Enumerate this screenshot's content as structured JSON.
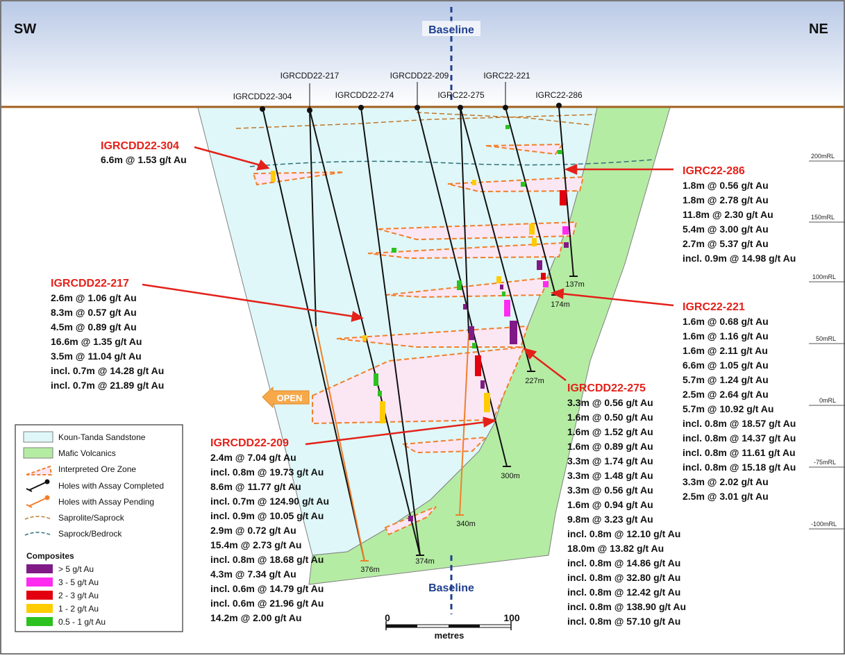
{
  "header": {
    "left": "SW",
    "right": "NE",
    "baseline_top": "Baseline",
    "baseline_bottom": "Baseline"
  },
  "colors": {
    "sandstone": "#dff7f8",
    "volcanics": "#b5eca3",
    "ore": "#fbe6f4",
    "ore_line": "#f07f2a",
    "red": "#e32119",
    "baseline": "#1f3f8f",
    "topo": "#a0601e",
    "open": "#f7a94a"
  },
  "rl_labels": [
    "200mRL",
    "150mRL",
    "100mRL",
    "50mRL",
    "0mRL",
    "-75mRL",
    "-100mRL"
  ],
  "holes": [
    {
      "name": "IGRCDD22-304",
      "depth": ""
    },
    {
      "name": "IGRCDD22-217",
      "depth": "376m"
    },
    {
      "name": "IGRCDD22-274",
      "depth": "374m"
    },
    {
      "name": "IGRCDD22-209",
      "depth": "300m"
    },
    {
      "name": "IGRC22-275",
      "depth": "340m"
    },
    {
      "name": "IGRC22-221",
      "depth": "174m"
    },
    {
      "name": "IGRC22-286",
      "depth": "137m"
    },
    {
      "name": "",
      "depth": "227m"
    }
  ],
  "annotations": {
    "h304": {
      "title": "IGRCDD22-304",
      "lines": [
        "6.6m @ 1.53 g/t Au"
      ]
    },
    "h217": {
      "title": "IGRCDD22-217",
      "lines": [
        "2.6m @ 1.06 g/t Au",
        "8.3m @ 0.57 g/t Au",
        "4.5m @ 0.89 g/t Au",
        "16.6m @ 1.35 g/t Au",
        "3.5m @ 11.04 g/t Au",
        "incl. 0.7m @ 14.28 g/t Au",
        "incl. 0.7m @ 21.89 g/t Au"
      ]
    },
    "h209": {
      "title": "IGRCDD22-209",
      "lines": [
        "2.4m @ 7.04 g/t Au",
        "incl. 0.8m @ 19.73 g/t Au",
        "8.6m @ 11.77 g/t Au",
        "incl. 0.7m @ 124.90 g/t Au",
        "incl. 0.9m @ 10.05 g/t Au",
        "2.9m @ 0.72 g/t Au",
        "15.4m @ 2.73 g/t Au",
        "incl. 0.8m @ 18.68 g/t Au",
        "4.3m @ 7.34 g/t Au",
        "incl. 0.6m @ 14.79 g/t Au",
        "incl. 0.6m @ 21.96 g/t Au",
        "14.2m @ 2.00 g/t Au"
      ]
    },
    "h275": {
      "title": "IGRCDD22-275",
      "lines": [
        "3.3m @ 0.56 g/t Au",
        "1.6m @ 0.50 g/t Au",
        "1.6m @ 1.52 g/t Au",
        "1.6m @ 0.89 g/t Au",
        "3.3m @ 1.74 g/t Au",
        "3.3m @ 1.48 g/t Au",
        "3.3m @ 0.56 g/t Au",
        "1.6m @ 0.94 g/t Au",
        "9.8m @ 3.23 g/t Au",
        "incl. 0.8m @ 12.10 g/t Au",
        "18.0m @ 13.82 g/t Au",
        "incl. 0.8m @ 14.86 g/t Au",
        "incl. 0.8m @ 32.80 g/t Au",
        "incl. 0.8m @ 12.42 g/t Au",
        "incl. 0.8m @ 138.90 g/t Au",
        "incl. 0.8m @ 57.10 g/t Au"
      ]
    },
    "h286": {
      "title": "IGRC22-286",
      "lines": [
        "1.8m @ 0.56 g/t Au",
        "1.8m @ 2.78 g/t Au",
        "11.8m @ 2.30 g/t Au",
        "5.4m @ 3.00 g/t Au",
        "2.7m @ 5.37 g/t Au",
        "incl. 0.9m @ 14.98 g/t Au"
      ]
    },
    "h221": {
      "title": "IGRC22-221",
      "lines": [
        "1.6m @ 0.68 g/t Au",
        "1.6m @ 1.16 g/t Au",
        "1.6m @ 2.11 g/t Au",
        "6.6m @ 1.05 g/t Au",
        "5.7m @ 1.24 g/t Au",
        "2.5m @ 2.64 g/t Au",
        "5.7m @ 10.92 g/t Au",
        "incl. 0.8m @ 18.57 g/t Au",
        "incl. 0.8m @ 14.37 g/t Au",
        "incl. 0.8m @ 11.61 g/t Au",
        "incl. 0.8m @ 15.18 g/t Au",
        "3.3m @ 2.02 g/t Au",
        "2.5m @ 3.01 g/t Au"
      ]
    }
  },
  "open_label": "OPEN",
  "legend": {
    "items": [
      "Koun-Tanda Sandstone",
      "Mafic Volcanics",
      "Interpreted Ore Zone",
      "Holes with Assay Completed",
      "Holes with Assay Pending",
      "Saprolite/Saprock",
      "Saprock/Bedrock"
    ],
    "composites_title": "Composites",
    "composites": [
      {
        "label": "> 5 g/t Au",
        "color": "#7f1a87"
      },
      {
        "label": "3 - 5 g/t Au",
        "color": "#ff2bf0"
      },
      {
        "label": "2 - 3 g/t Au",
        "color": "#e3000f"
      },
      {
        "label": "1 - 2 g/t Au",
        "color": "#ffcc00"
      },
      {
        "label": "0.5 - 1 g/t Au",
        "color": "#2bc21f"
      }
    ]
  },
  "scale": {
    "start": "0",
    "end": "100",
    "unit": "metres"
  }
}
